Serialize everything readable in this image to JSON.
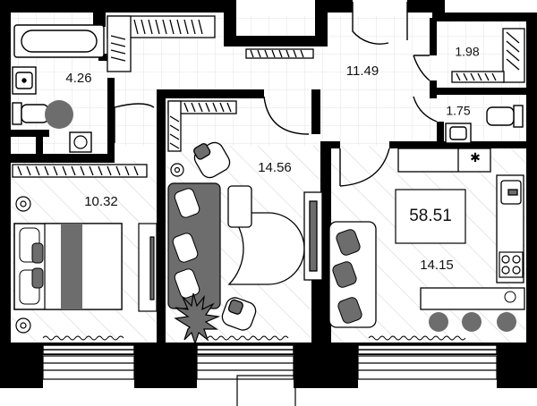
{
  "colors": {
    "wall": "#000000",
    "floor_hatch": "#d9d9d9",
    "furniture_dark": "#6d6d6d",
    "furniture_light": "#ffffff",
    "outline": "#111111"
  },
  "total_area": "58.51",
  "rooms": {
    "bathroom": "4.26",
    "bedroom": "10.32",
    "living_room": "14.56",
    "hallway": "11.49",
    "storage": "1.98",
    "toilet": "1.75",
    "kitchen": "14.15"
  },
  "icons": [
    "bathtub-icon",
    "sink-icon",
    "toilet-icon",
    "washing-machine-icon",
    "bed-icon",
    "sofa-icon",
    "dining-table-icon",
    "armchair-icon",
    "plant-icon",
    "stove-icon",
    "tv-icon",
    "wardrobe-icon",
    "door-swing-icon",
    "window-icon",
    "balcony-icon"
  ]
}
